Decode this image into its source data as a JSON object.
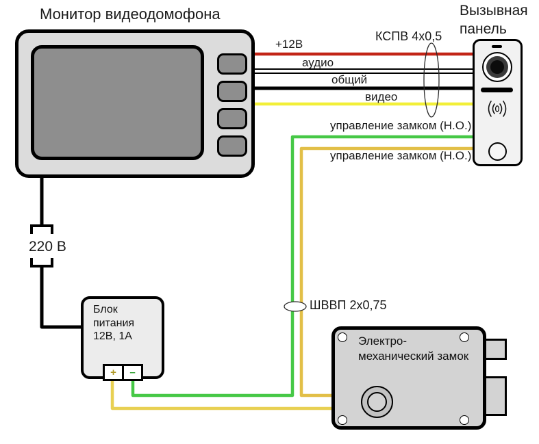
{
  "monitor": {
    "title": "Монитор видеодомофона"
  },
  "panel": {
    "title": "Вызывная панель"
  },
  "cable_labels": {
    "kspv": "КСПВ 4х0,5",
    "shvvp": "ШВВП 2х0,75"
  },
  "wires": {
    "v12": {
      "label": "+12В",
      "color": "#c22417"
    },
    "audio": {
      "label": "аудио",
      "color": "#ffffff"
    },
    "common": {
      "label": "общий",
      "color": "#000000"
    },
    "video": {
      "label": "видео",
      "color": "#f2ef38"
    },
    "lock_green": {
      "label": "управление замком (Н.О.)",
      "color": "#46c846"
    },
    "lock_orange": {
      "label": "управление замком (Н.О.)",
      "color": "#e2bf47"
    },
    "psu_plus": {
      "color": "#e8d052"
    },
    "mains": {
      "label": "220 В",
      "color": "#000000"
    }
  },
  "psu": {
    "label": "Блок\nпитания\n12В, 1А",
    "terminal_plus": "+",
    "terminal_minus": "–"
  },
  "lock": {
    "label": "Электро-\nмеханический замок"
  }
}
